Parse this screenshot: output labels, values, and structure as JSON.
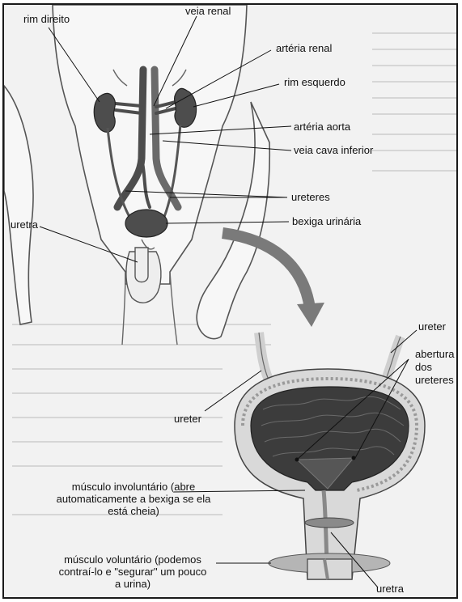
{
  "labels": {
    "rim_direito": "rim direito",
    "veia_renal": "veia renal",
    "arteria_renal": "artéria renal",
    "rim_esquerdo": "rim esquerdo",
    "arteria_aorta": "artéria aorta",
    "veia_cava_inferior": "veia cava inferior",
    "ureteres": "ureteres",
    "bexiga_urinaria": "bexiga urinária",
    "uretra_top": "uretra",
    "ureter_right": "ureter",
    "abertura_line1": "abertura",
    "abertura_line2": "dos",
    "abertura_line3": "ureteres",
    "ureter_left": "ureter",
    "musculo_involuntario_1": "músculo involuntário (abre",
    "musculo_involuntario_2": "automaticamente a bexiga se ela",
    "musculo_involuntario_3": "está cheia)",
    "musculo_voluntario_1": "músculo voluntário (podemos",
    "musculo_voluntario_2": "contraí-lo e \"segurar\" um pouco",
    "musculo_voluntario_3": "a urina)",
    "uretra_bottom": "uretra"
  },
  "colors": {
    "frame": "#1a1a1a",
    "background": "#f2f2f2",
    "body_fill": "#f7f7f7",
    "organ_dark": "#4d4d4d",
    "bladder_interior": "#3c3c3c",
    "wall": "#d9d9d9",
    "arrow": "#7a7a7a"
  }
}
